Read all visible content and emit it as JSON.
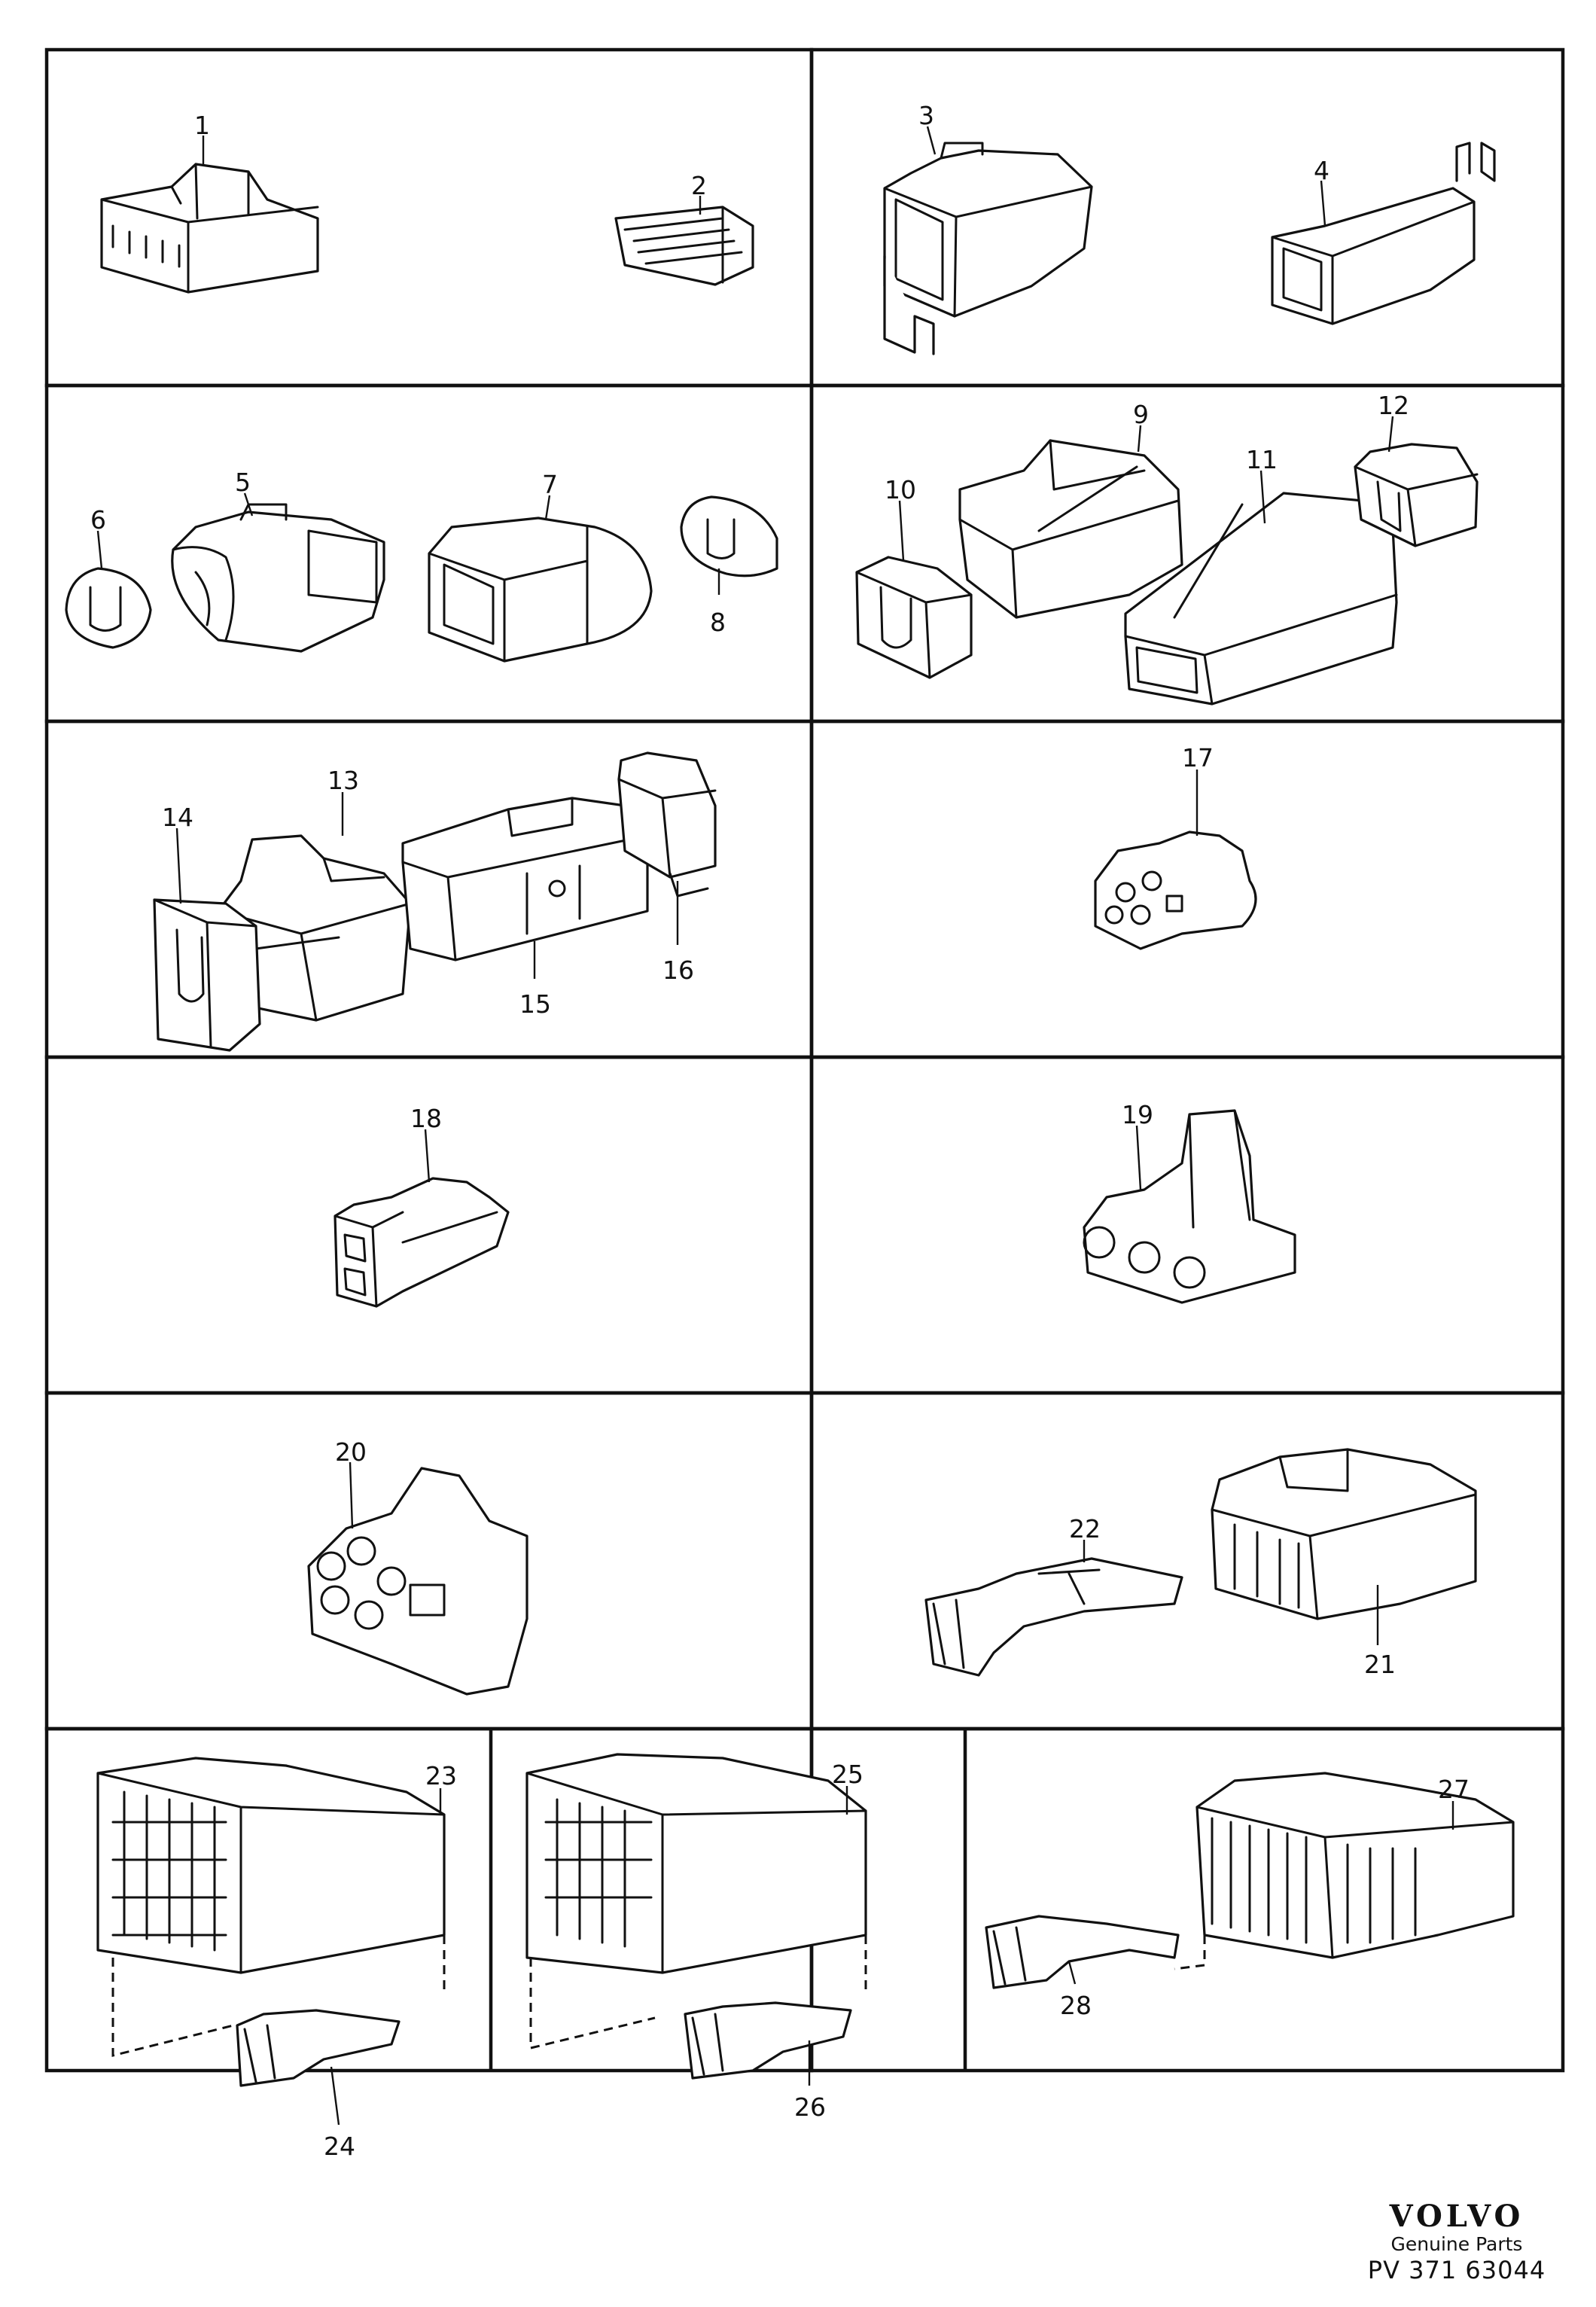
{
  "parts": [
    "1",
    "2",
    "3",
    "4",
    "5",
    "6",
    "7",
    "8",
    "9",
    "10",
    "11",
    "12",
    "13",
    "14",
    "15",
    "16",
    "17",
    "18",
    "19",
    "20",
    "21",
    "22",
    "23",
    "24",
    "25",
    "26",
    "27",
    "28"
  ],
  "brand": {
    "logo": "VOLVO",
    "subtitle": "Genuine Parts",
    "code": "PV 371 63044"
  }
}
